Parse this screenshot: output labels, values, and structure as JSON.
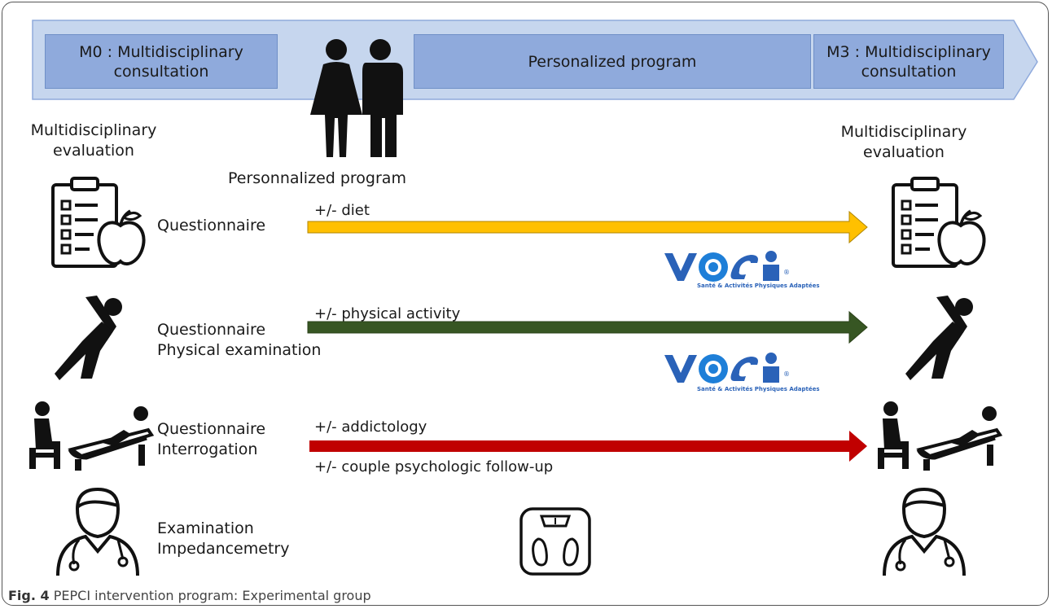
{
  "timeline": {
    "m0": "M0 : Multidisciplinary\nconsultation",
    "middle": "Personalized program",
    "m3": "M3 : Multidisciplinary\nconsultation"
  },
  "left_header": "Multidisciplinary\nevaluation",
  "right_header": "Multidisciplinary\nevaluation",
  "center_header": "Personnalized program",
  "rows": [
    {
      "label": "Questionnaire",
      "arrow_label": "+/- diet",
      "arrow_color": "#ffc000"
    },
    {
      "label": "Questionnaire\nPhysical examination",
      "arrow_label": "+/- physical activity",
      "arrow_color": "#375623"
    },
    {
      "label": "Questionnaire\nInterrogation",
      "arrow_label": "+/- addictology",
      "arrow_label_2": "+/- couple psychologic follow-up",
      "arrow_color": "#c00000"
    },
    {
      "label": "Examination\nImpedancemetry"
    }
  ],
  "logo": {
    "text": "v@si",
    "subtitle": "Santé & Activités Physiques Adaptées"
  },
  "caption": {
    "fig": "Fig. 4",
    "text": "PEPCI intervention program: Experimental group"
  },
  "icons": [
    "clipboard-apple-icon",
    "stretching-person-icon",
    "psychotherapy-icon",
    "doctor-icon",
    "couple-icon",
    "weighing-scale-icon"
  ]
}
